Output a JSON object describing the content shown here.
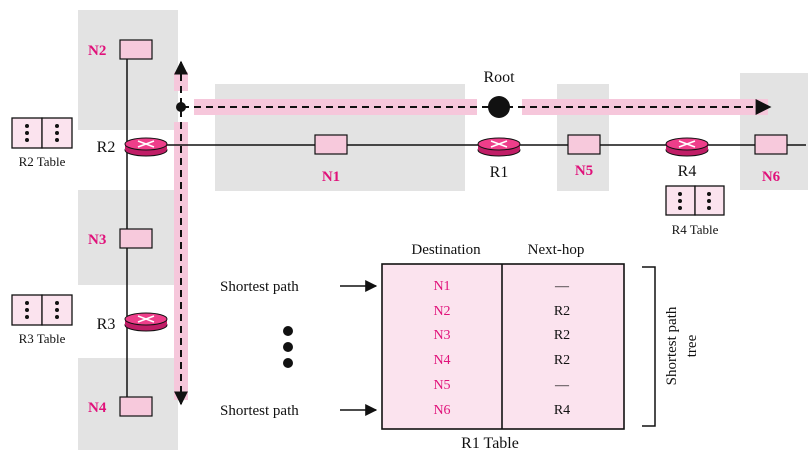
{
  "diagram": {
    "root_label": "Root",
    "networks": {
      "n1": "N1",
      "n2": "N2",
      "n3": "N3",
      "n4": "N4",
      "n5": "N5",
      "n6": "N6"
    },
    "routers": {
      "r1": "R1",
      "r2": "R2",
      "r3": "R3",
      "r4": "R4"
    },
    "router_tables": {
      "r2": "R2 Table",
      "r3": "R3 Table",
      "r4": "R4 Table"
    },
    "shortest_path_top": "Shortest path",
    "shortest_path_bottom": "Shortest path",
    "bracket_label_line1": "Shortest path",
    "bracket_label_line2": "tree",
    "table": {
      "caption": "R1 Table",
      "headers": {
        "destination": "Destination",
        "next_hop": "Next-hop"
      },
      "rows": [
        {
          "destination": "N1",
          "next_hop": "—"
        },
        {
          "destination": "N2",
          "next_hop": "R2"
        },
        {
          "destination": "N3",
          "next_hop": "R2"
        },
        {
          "destination": "N4",
          "next_hop": "R2"
        },
        {
          "destination": "N5",
          "next_hop": "—"
        },
        {
          "destination": "N6",
          "next_hop": "R4"
        }
      ]
    },
    "colors": {
      "accent": "#e0117a",
      "shade": "#e3e3e3",
      "pink_fill": "#fbe3ee",
      "pink_band": "#f6c7db",
      "router": "#ee3e8a"
    }
  }
}
